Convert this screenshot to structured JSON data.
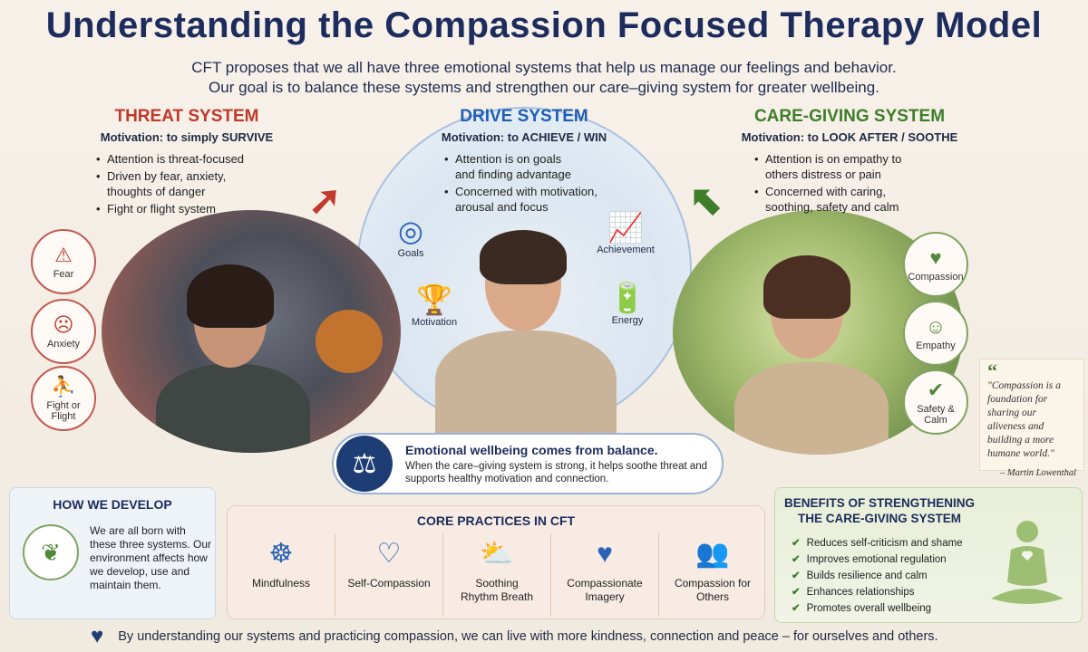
{
  "header": {
    "title": "Understanding the Compassion Focused Therapy Model",
    "intro_line1": "CFT proposes that we all have three emotional systems that help us manage our feelings and behavior.",
    "intro_line2": "Our goal is to balance these systems and strengthen our care–giving system for greater wellbeing."
  },
  "threat": {
    "title": "THREAT SYSTEM",
    "motivation": "Motivation: to simply SURVIVE",
    "points": [
      "Attention is threat-focused",
      "Driven by fear, anxiety, thoughts of danger",
      "Fight or flight system"
    ],
    "icons": [
      {
        "label": "Fear",
        "icon": "warning-icon"
      },
      {
        "label": "Anxiety",
        "icon": "anxious-face-icon"
      },
      {
        "label": "Fight or Flight",
        "icon": "running-person-icon"
      }
    ],
    "color": "#c0392b"
  },
  "drive": {
    "title": "DRIVE SYSTEM",
    "motivation": "Motivation: to ACHIEVE / WIN",
    "points": [
      "Attention is on goals and finding advantage",
      "Concerned with motivation, arousal and focus"
    ],
    "icons": [
      {
        "label": "Goals",
        "icon": "target-icon"
      },
      {
        "label": "Achievement",
        "icon": "growth-chart-icon"
      },
      {
        "label": "Motivation",
        "icon": "trophy-icon"
      },
      {
        "label": "Energy",
        "icon": "battery-icon"
      }
    ],
    "color": "#1f5fb3"
  },
  "care": {
    "title": "CARE-GIVING SYSTEM",
    "motivation": "Motivation: to LOOK AFTER / SOOTHE",
    "points": [
      "Attention is on empathy to others distress or pain",
      "Concerned with caring, soothing, safety and calm"
    ],
    "icons": [
      {
        "label": "Compassion",
        "icon": "heart-hands-icon"
      },
      {
        "label": "Empathy",
        "icon": "hug-icon"
      },
      {
        "label": "Safety & Calm",
        "icon": "shield-check-icon"
      }
    ],
    "color": "#3f7d2a"
  },
  "balance": {
    "heading": "Emotional wellbeing comes from balance.",
    "body": "When the care–giving system is strong, it helps soothe threat and supports healthy motivation and connection."
  },
  "quote": {
    "text": "\"Compassion is a foundation for sharing our aliveness and building a more humane world.\"",
    "author": "– Martin Lowenthal"
  },
  "develop": {
    "heading": "HOW WE DEVELOP",
    "body": "We are all born with these three systems. Our environment affects how we develop, use and maintain them."
  },
  "practices": {
    "heading": "CORE PRACTICES IN CFT",
    "items": [
      {
        "label": "Mindfulness",
        "icon": "meditation-icon"
      },
      {
        "label": "Self-Compassion",
        "icon": "self-heart-icon"
      },
      {
        "label": "Soothing Rhythm Breath",
        "icon": "sun-cloud-icon"
      },
      {
        "label": "Compassionate Imagery",
        "icon": "heart-icon"
      },
      {
        "label": "Compassion for Others",
        "icon": "group-icon"
      }
    ]
  },
  "benefits": {
    "heading": "BENEFITS OF STRENGTHENING THE CARE-GIVING SYSTEM",
    "items": [
      "Reduces self-criticism and shame",
      "Improves emotional regulation",
      "Builds resilience and calm",
      "Enhances relationships",
      "Promotes overall wellbeing"
    ]
  },
  "footer": {
    "text": "By understanding our systems and practicing compassion, we can live with more kindness, connection and peace – for ourselves and others."
  }
}
